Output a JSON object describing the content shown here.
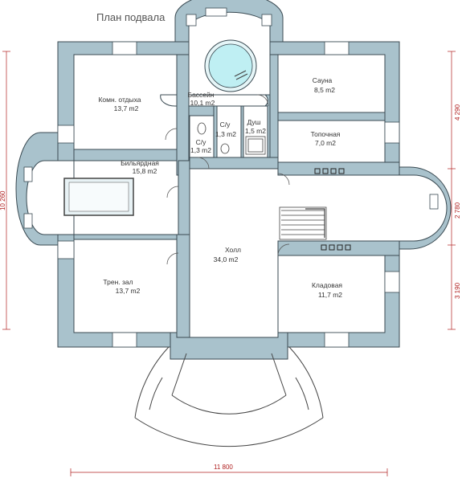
{
  "plan": {
    "title": "План подвала",
    "colors": {
      "wall": "#a9c2cc",
      "wall_stroke": "#3a4a52",
      "pool": "#bfeff3",
      "dimension": "#b02020"
    },
    "rooms": [
      {
        "id": "lounge",
        "name": "Комн. отдыха",
        "area": "13,7 m2"
      },
      {
        "id": "pool",
        "name": "Бассейн",
        "area": "10,1 m2"
      },
      {
        "id": "sauna",
        "name": "Сауна",
        "area": "8,5 m2"
      },
      {
        "id": "wc1",
        "name": "С/у",
        "area": "1,3 m2"
      },
      {
        "id": "wc2",
        "name": "С/у",
        "area": "1,3 m2"
      },
      {
        "id": "shower",
        "name": "Душ",
        "area": "1,5 m2"
      },
      {
        "id": "furnace",
        "name": "Топочная",
        "area": "7,0 m2"
      },
      {
        "id": "billiard",
        "name": "Бильярдная",
        "area": "15,8 m2"
      },
      {
        "id": "hall",
        "name": "Холл",
        "area": "34,0 m2"
      },
      {
        "id": "gym",
        "name": "Трен. зал",
        "area": "13,7 m2"
      },
      {
        "id": "storage",
        "name": "Кладовая",
        "area": "11,7 m2"
      }
    ],
    "dimensions": {
      "bottom_total": "11 800",
      "left_total": "10 260",
      "right_top": "4 290",
      "right_middle": "2 780",
      "right_bottom": "3 190"
    }
  }
}
